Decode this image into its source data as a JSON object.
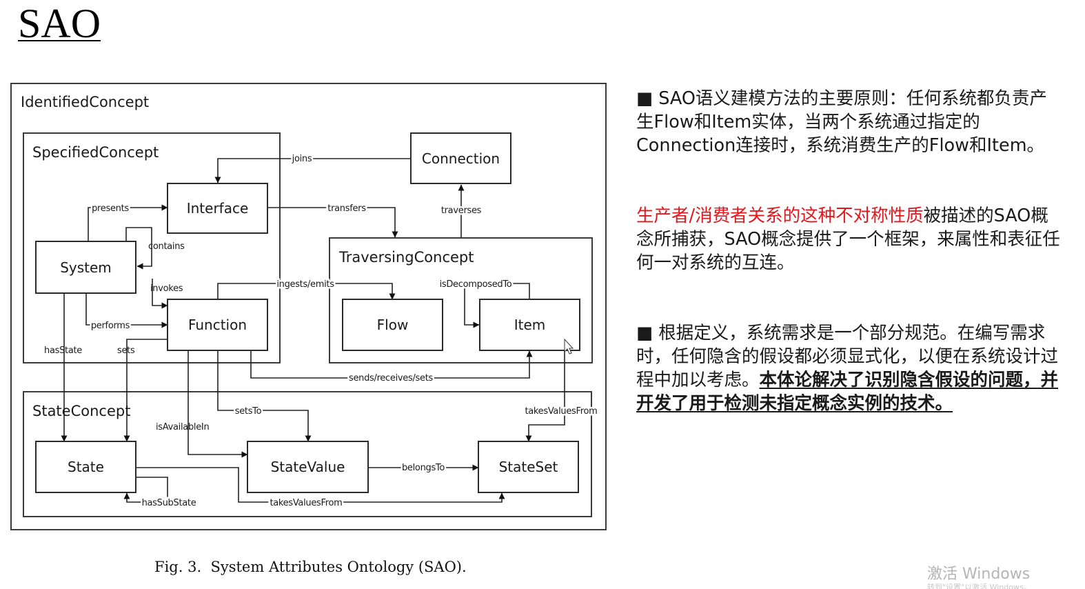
{
  "slide": {
    "title": "SAO",
    "paragraph1": "■ SAO语义建模方法的主要原则：任何系统都负责产生Flow和Item实体，当两个系统通过指定的Connection连接时，系统消费生产的Flow和Item。",
    "paragraph2_red": "生产者/消费者关系的这种不对称性质",
    "paragraph2_rest": "被描述的SAO概念所捕获，SAO概念提供了一个框架，来属性和表征任何一对系统的互连。",
    "paragraph3_plain": "■ 根据定义，系统需求是一个部分规范。在编写需求时，任何隐含的假设都必须显式化，以便在系统设计过程中加以考虑。",
    "paragraph3_bold": "本体论解决了识别隐含假设的问题，并开发了用于检测未指定概念实例的技术。"
  },
  "diagram": {
    "caption": "Fig. 3.  System Attributes Ontology (SAO).",
    "groups": {
      "identified": "IdentifiedConcept",
      "specified": "SpecifiedConcept",
      "traversing": "TraversingConcept",
      "state": "StateConcept"
    },
    "nodes": {
      "connection": "Connection",
      "interface": "Interface",
      "system": "System",
      "function": "Function",
      "flow": "Flow",
      "item": "Item",
      "state": "State",
      "statevalue": "StateValue",
      "stateset": "StateSet"
    },
    "edges": {
      "joins": "joins",
      "presents": "presents",
      "transfers": "transfers",
      "traverses": "traverses",
      "contains": "contains",
      "invokes": "invokes",
      "ingests_emits": "ingests/emits",
      "is_decomposed_to": "isDecomposedTo",
      "performs": "performs",
      "has_state": "hasState",
      "sets": "sets",
      "sends_receives_sets": "sends/receives/sets",
      "sets_to": "setsTo",
      "is_available_in": "isAvailableIn",
      "takes_values_from_item": "takesValuesFrom",
      "belongs_to": "belongsTo",
      "has_sub_state": "hasSubState",
      "takes_values_from_state": "takesValuesFrom"
    }
  },
  "watermark": {
    "text": "激活 Windows",
    "subtext": "转到\"设置\"以激活 Windows。"
  }
}
